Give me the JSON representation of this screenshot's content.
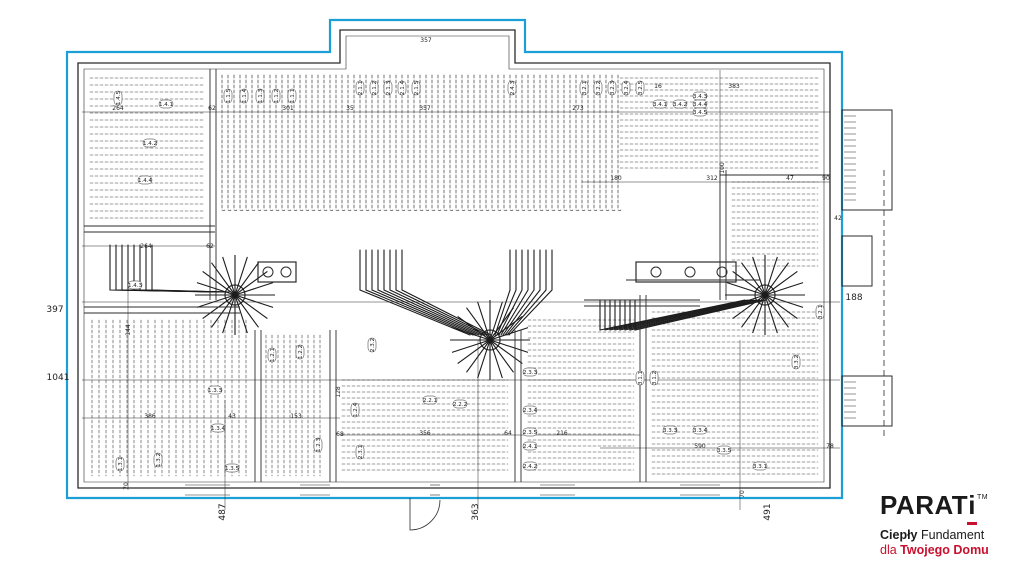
{
  "drawing": {
    "outline_color": "#1b9fd6",
    "line_color": "#2b2b2b",
    "pipe_color": "#3a3a3a",
    "dimension_labels": {
      "bay_top": "357",
      "top_row": [
        "264",
        "62",
        "301",
        "35",
        "357",
        "273",
        "16",
        "383"
      ],
      "right_upper": [
        "180",
        "312",
        "47",
        "90",
        "42"
      ],
      "mid_left": [
        "264",
        "62"
      ],
      "left_outer": [
        "397",
        "1041"
      ],
      "right_outer": "188",
      "left_lower": [
        "386",
        "43",
        "153",
        "68"
      ],
      "lower_mid": [
        "356",
        "64",
        "216"
      ],
      "lower_right": [
        "590",
        "78"
      ],
      "bottom_outer": [
        "487",
        "363",
        "491"
      ],
      "bottom_small": [
        "70",
        "70"
      ],
      "vertical_small": [
        "144",
        "128",
        "100"
      ]
    },
    "circuit_labels": {
      "zone1": [
        "1.4.5",
        "1.4.1",
        "1.4.2",
        "1.4.4",
        "1.4.3",
        "1.1.5",
        "1.1.4",
        "1.1.3",
        "1.1.2",
        "1.1.1",
        "1.3.1",
        "1.3.2",
        "1.3.3",
        "1.3.4",
        "1.3.5",
        "1.2.1",
        "1.2.2",
        "1.2.3",
        "1.2.4"
      ],
      "zone2": [
        "2.1.1",
        "2.1.2",
        "2.1.3",
        "2.1.4",
        "2.1.5",
        "2.2.1",
        "2.2.2",
        "2.3.1",
        "2.3.2",
        "2.3.3",
        "2.3.4",
        "2.3.5",
        "2.4.1",
        "2.4.2",
        "2.4.3"
      ],
      "zone3": [
        "3.2.1",
        "3.2.2",
        "3.2.3",
        "3.2.4",
        "3.2.5",
        "3.3.1",
        "3.3.2",
        "3.3.3",
        "3.3.4",
        "3.3.5",
        "3.4.1",
        "3.4.2",
        "3.4.3",
        "3.4.4",
        "3.4.5",
        "3.1.1",
        "3.1.2",
        "3.2.1"
      ]
    }
  },
  "logo": {
    "word_part": "PARAT",
    "word_end": "i",
    "trademark": "TM",
    "line1_bold": "Ciepły",
    "line1_rest": " Fundament",
    "line2_a": "dla ",
    "line2_bold_a": "Twojego",
    "line2_b": " ",
    "line2_bold_b": "Domu",
    "accent_color": "#c8102e",
    "text_color": "#1a1a1a"
  }
}
